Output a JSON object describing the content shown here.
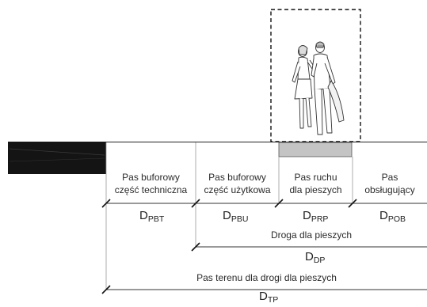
{
  "zones": [
    {
      "line1": "Pas buforowy",
      "line2": "część techniczna",
      "dim_main": "D",
      "dim_sub": "PBT"
    },
    {
      "line1": "Pas buforowy",
      "line2": "część użytkowa",
      "dim_main": "D",
      "dim_sub": "PBU"
    },
    {
      "line1": "Pas ruchu",
      "line2": "dla pieszych",
      "dim_main": "D",
      "dim_sub": "PRP"
    },
    {
      "line1": "Pas",
      "line2": "obsługujący",
      "dim_main": "D",
      "dim_sub": "POB"
    }
  ],
  "footway": {
    "label": "Droga dla pieszych",
    "dim_main": "D",
    "dim_sub": "DP"
  },
  "terrain": {
    "label": "Pas terenu dla drogi dla pieszych",
    "dim_main": "D",
    "dim_sub": "TP"
  }
}
